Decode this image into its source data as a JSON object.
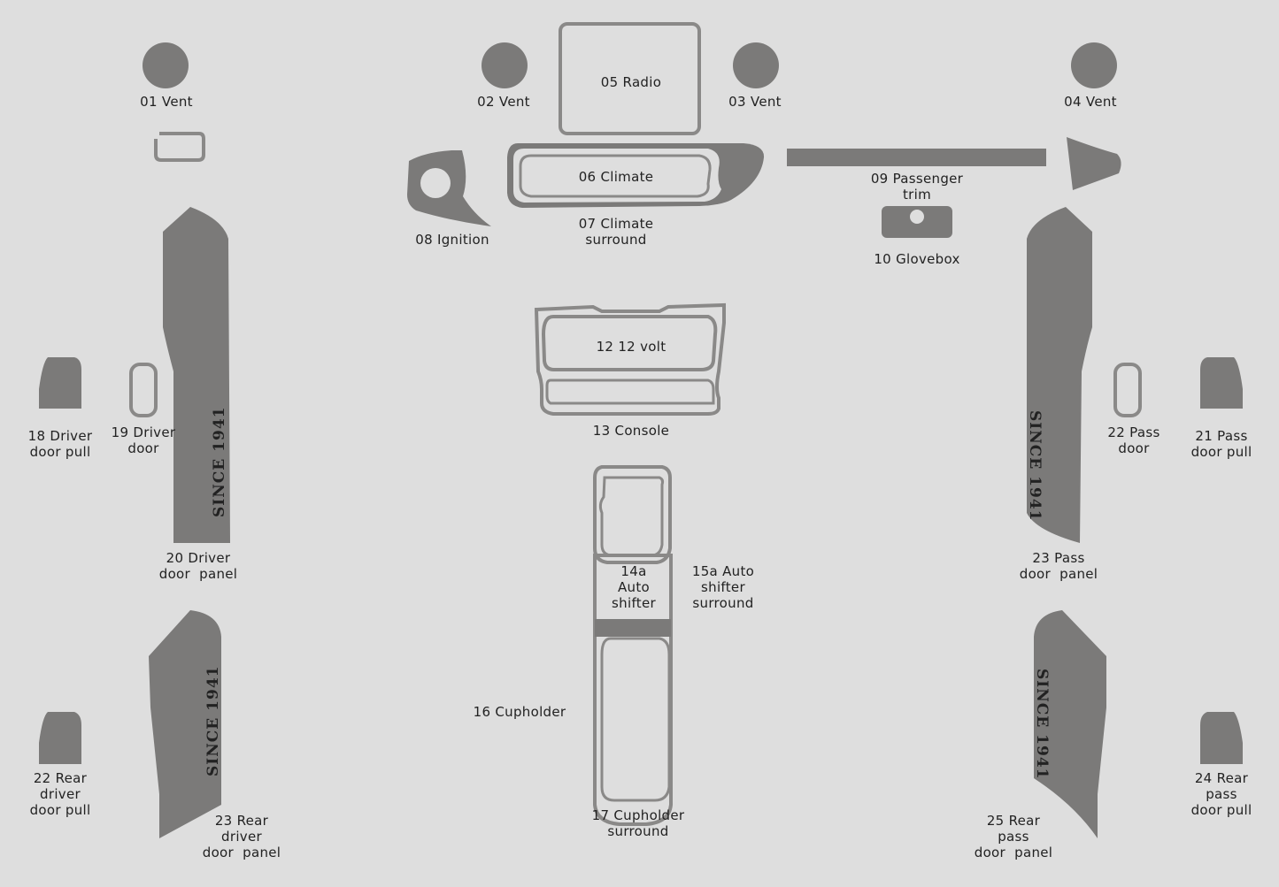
{
  "diagram": {
    "parts": [
      {
        "id": "p01",
        "label": "01 Vent"
      },
      {
        "id": "p02",
        "label": "02 Vent"
      },
      {
        "id": "p03",
        "label": "03 Vent"
      },
      {
        "id": "p04",
        "label": "04 Vent"
      },
      {
        "id": "p05",
        "label": "05 Radio"
      },
      {
        "id": "p06",
        "label": "06 Climate"
      },
      {
        "id": "p07",
        "label": "07 Climate\nsurround"
      },
      {
        "id": "p08",
        "label": "08 Ignition"
      },
      {
        "id": "p09",
        "label": "09 Passenger\ntrim"
      },
      {
        "id": "p10",
        "label": "10 Glovebox"
      },
      {
        "id": "p12",
        "label": "12 12 volt"
      },
      {
        "id": "p13",
        "label": "13 Console"
      },
      {
        "id": "p14a",
        "label": "14a\nAuto\nshifter"
      },
      {
        "id": "p15a",
        "label": "15a Auto\nshifter\nsurround"
      },
      {
        "id": "p16",
        "label": "16 Cupholder"
      },
      {
        "id": "p17",
        "label": "17 Cupholder\nsurround"
      },
      {
        "id": "p18",
        "label": "18 Driver\ndoor pull"
      },
      {
        "id": "p19",
        "label": "19 Driver\ndoor"
      },
      {
        "id": "p20",
        "label": "20 Driver\ndoor  panel"
      },
      {
        "id": "p21",
        "label": "21 Pass\ndoor pull"
      },
      {
        "id": "p22",
        "label": "22 Pass\ndoor"
      },
      {
        "id": "p23",
        "label": "23 Pass\ndoor  panel"
      },
      {
        "id": "p22r",
        "label": "22 Rear\ndriver\ndoor pull"
      },
      {
        "id": "p23r",
        "label": "23 Rear\ndriver\ndoor  panel"
      },
      {
        "id": "p24",
        "label": "24 Rear\npass\ndoor pull"
      },
      {
        "id": "p25",
        "label": "25 Rear\npass\ndoor  panel"
      }
    ],
    "panel_text": "SINCE 1941",
    "colors": {
      "background": "#dedede",
      "piece": "#7b7a79",
      "outline": "#8a8988",
      "text": "#222222"
    }
  }
}
